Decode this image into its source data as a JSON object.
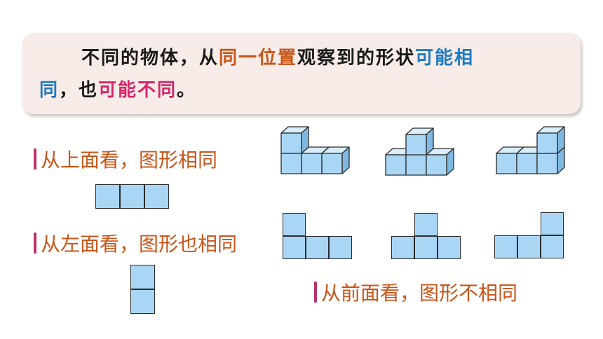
{
  "summary": {
    "part1": "不同的物体，从",
    "same_position": "同一位置",
    "part2": "观察到的形状",
    "may_same_1": "可能相",
    "may_same_2": "同",
    "part3": "，也",
    "may_differ": "可能不同",
    "end": "。"
  },
  "captions": {
    "top_view": "从上面看，图形相同",
    "left_view": "从左面看，图形也相同",
    "front_view": "从前面看，图形不相同"
  },
  "colors": {
    "cube_front": "#a9d6f5",
    "cube_top": "#d8eefb",
    "cube_side": "#7fb9e2",
    "highlight_orange": "#c8561a",
    "highlight_blue": "#1f7ac2",
    "highlight_pink": "#d6266b",
    "box_background": "#f7ece7"
  },
  "solids": [
    {
      "name": "solid-1",
      "columns": [
        2,
        1,
        1
      ],
      "description_icon": "l-shaped-cube-stack"
    },
    {
      "name": "solid-2",
      "columns": [
        1,
        2,
        1
      ],
      "description_icon": "t-shaped-cube-stack"
    },
    {
      "name": "solid-3",
      "columns": [
        1,
        1,
        2
      ],
      "description_icon": "j-shaped-cube-stack"
    }
  ],
  "front_views": [
    {
      "name": "front-view-1",
      "columns": [
        2,
        1,
        1
      ]
    },
    {
      "name": "front-view-2",
      "columns": [
        1,
        2,
        1
      ]
    },
    {
      "name": "front-view-3",
      "columns": [
        1,
        1,
        2
      ]
    }
  ],
  "top_view": {
    "columns": 3,
    "rows": 1
  },
  "left_view": {
    "columns": 1,
    "rows": 2
  }
}
